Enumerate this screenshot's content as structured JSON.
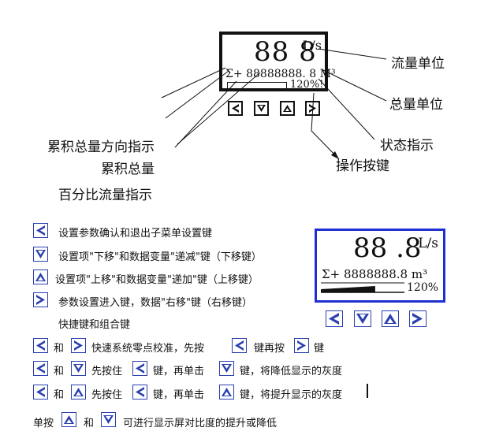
{
  "display_top": {
    "flow_value": "88 8",
    "flow_unit": "L/s",
    "total_sign": "Σ+",
    "total_value": "88888888. 8 M³",
    "percent": "120%!"
  },
  "callouts": {
    "flow_unit": "流量单位",
    "total_unit": "总量单位",
    "status": "状态指示",
    "keys": "操作按键",
    "direction": "累积总量方向指示",
    "total": "累积总量",
    "percent_flow": "百分比流量指示"
  },
  "key_descriptions": [
    {
      "icon": "left-arrow",
      "text": "设置参数确认和退出子菜单设置键"
    },
    {
      "icon": "down-arrow",
      "text": "设置项\"下移\"和数据变量\"递减\"键（下移键）"
    },
    {
      "icon": "up-arrow",
      "text": "设置项\"上移\"和数据变量\"递加\"键（上移键）"
    },
    {
      "icon": "right-arrow",
      "text": "参数设置进入键，数据\"右移\"键（右移键）"
    }
  ],
  "shortcut_heading": "快捷键和组合键",
  "combos": [
    {
      "a": "left-arrow",
      "and": "和",
      "b": "right-arrow",
      "text1": "快速系统零点校准，先按",
      "k1": "left-arrow",
      "text2": "键再按",
      "k2": "right-arrow",
      "text3": "键"
    },
    {
      "a": "left-arrow",
      "and": "和",
      "b": "down-arrow",
      "text1": "先按住",
      "k1": "left-arrow",
      "text2": "键，再单击",
      "k2": "down-arrow",
      "text3": "键，将降低显示的灰度"
    },
    {
      "a": "left-arrow",
      "and": "和",
      "b": "up-arrow",
      "text1": "先按住",
      "k1": "left-arrow",
      "text2": "键，再单击",
      "k2": "up-arrow",
      "text3": "键，将提升显示的灰度"
    }
  ],
  "contrast": {
    "prefix": "单按",
    "and": "和",
    "suffix": "可进行显示屏对比度的提升或降低"
  },
  "display_bottom": {
    "flow_value": "88 .8",
    "flow_unit": "L/s",
    "total_sign": "Σ+",
    "total_value": "8888888.8 m³",
    "percent": "120%",
    "bar_level": 0.65
  }
}
